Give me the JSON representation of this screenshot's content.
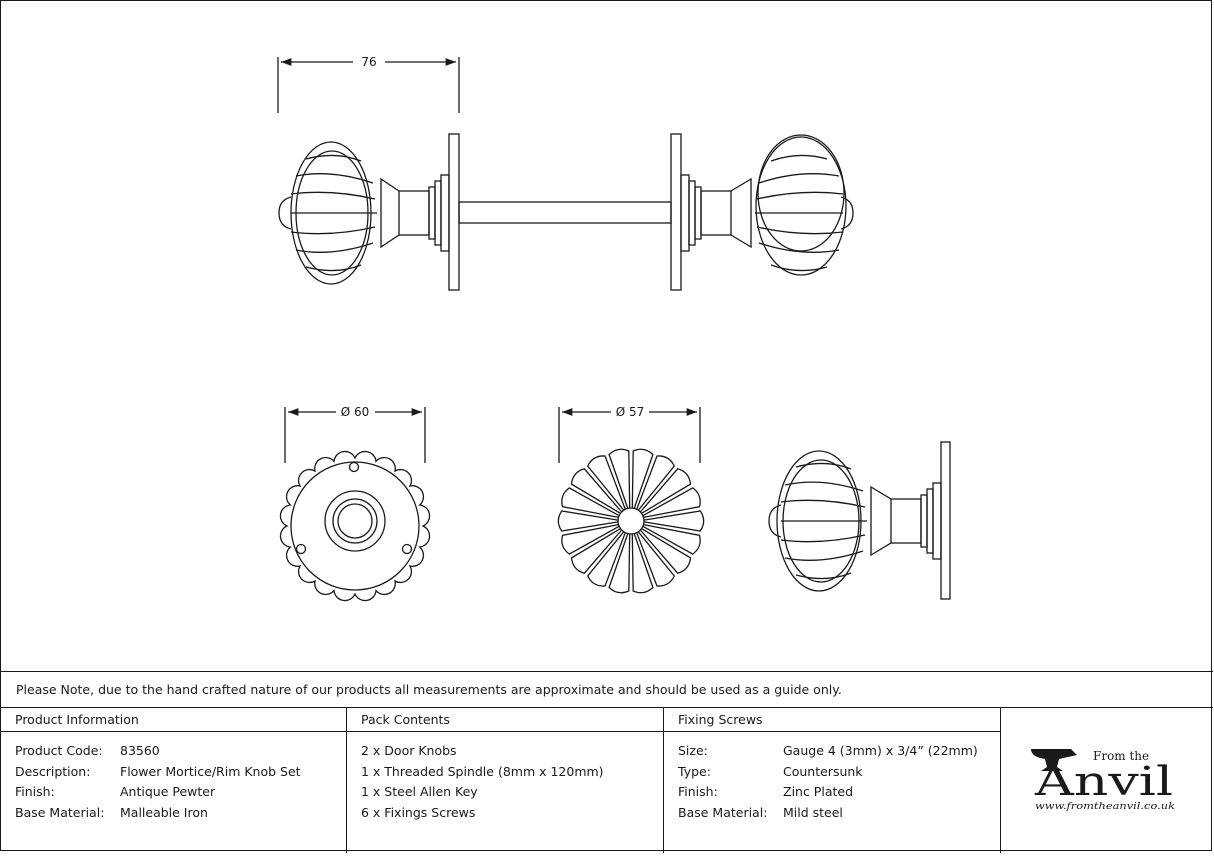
{
  "drawing": {
    "dimensions": {
      "overall_length": "76",
      "rose_diameter": "Ø 60",
      "knob_diameter": "Ø 57"
    }
  },
  "note": "Please Note, due to the hand crafted nature of our products all measurements are approximate and should be used as a guide only.",
  "product_information": {
    "heading": "Product Information",
    "rows": [
      {
        "label": "Product Code:",
        "value": "83560"
      },
      {
        "label": "Description:",
        "value": "Flower Mortice/Rim Knob Set"
      },
      {
        "label": "Finish:",
        "value": "Antique Pewter"
      },
      {
        "label": "Base Material:",
        "value": "Malleable Iron"
      }
    ]
  },
  "pack_contents": {
    "heading": "Pack Contents",
    "items": [
      "2 x Door Knobs",
      "1 x Threaded Spindle (8mm x 120mm)",
      "1 x Steel Allen Key",
      "6 x Fixings Screws"
    ]
  },
  "fixing_screws": {
    "heading": "Fixing Screws",
    "rows": [
      {
        "label": "Size:",
        "value": "Gauge 4 (3mm) x 3/4” (22mm)"
      },
      {
        "label": "Type:",
        "value": "Countersunk"
      },
      {
        "label": "Finish:",
        "value": "Zinc Plated"
      },
      {
        "label": "Base Material:",
        "value": "Mild steel"
      }
    ]
  },
  "logo": {
    "from_the": "From the",
    "brand": "Anvil",
    "url": "www.fromtheanvil.co.uk"
  }
}
